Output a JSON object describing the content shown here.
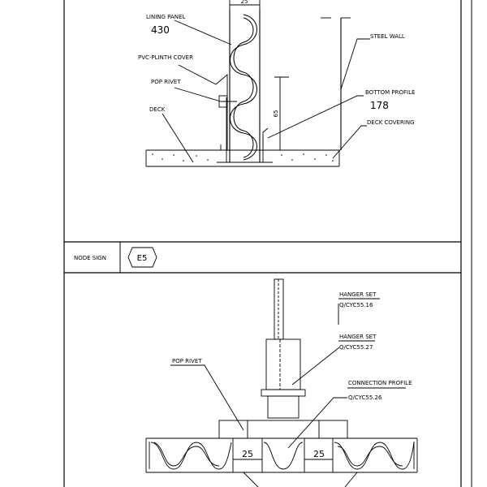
{
  "top_detail": {
    "lining_panel_label": "LINING PANEL",
    "lining_panel_code": "430",
    "pvc_plinth_cover_label": "PVC-PLINTH COVER",
    "pop_rivet_label": "POP RIVET",
    "deck_label": "DECK",
    "steel_wall_label": "STEEL WALL",
    "bottom_profile_label": "BOTTOM PROFILE",
    "bottom_profile_code": "178",
    "deck_covering_label": "DECK COVERING",
    "dim_vertical": "65",
    "dim_top": "25"
  },
  "node_sign": {
    "label": "NODE SIGN",
    "symbol": "E5"
  },
  "bottom_detail": {
    "hanger_set_1_label": "HANGER SET",
    "hanger_set_1_code": "Q/CYC55.16",
    "hanger_set_2_label": "HANGER SET",
    "hanger_set_2_code": "Q/CYC55.27",
    "pop_rivet_label": "POP RIVET",
    "connection_profile_label": "CONNECTION PROFILE",
    "connection_profile_code": "Q/CYC55.26",
    "dim_left": "25",
    "dim_right": "25"
  },
  "colors": {
    "line": "#000000",
    "background": "#ffffff"
  }
}
